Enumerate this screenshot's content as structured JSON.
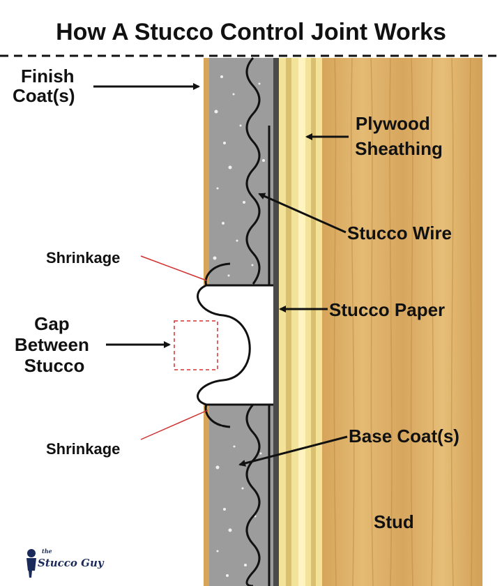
{
  "title": "How A Stucco Control Joint Works",
  "labels": {
    "finish_coat": [
      "Finish",
      "Coat(s)"
    ],
    "plywood_sheathing": [
      "Plywood",
      "Sheathing"
    ],
    "stucco_wire": "Stucco Wire",
    "shrinkage_top": "Shrinkage",
    "gap_between_stucco": [
      "Gap",
      "Between",
      "Stucco"
    ],
    "stucco_paper": "Stucco Paper",
    "base_coat": "Base Coat(s)",
    "shrinkage_bottom": "Shrinkage",
    "stud": "Stud"
  },
  "logo": {
    "small": "the",
    "main": "Stucco Guy"
  },
  "colors": {
    "wood": "#dcae64",
    "wood_dark": "#c89548",
    "stucco": "#9a9a9a",
    "sheathing_light": "#f4e6a0",
    "sheathing_mid": "#e8d27a",
    "paper": "#4a4a4a",
    "leader_red": "#d03030",
    "ink": "#111111"
  }
}
